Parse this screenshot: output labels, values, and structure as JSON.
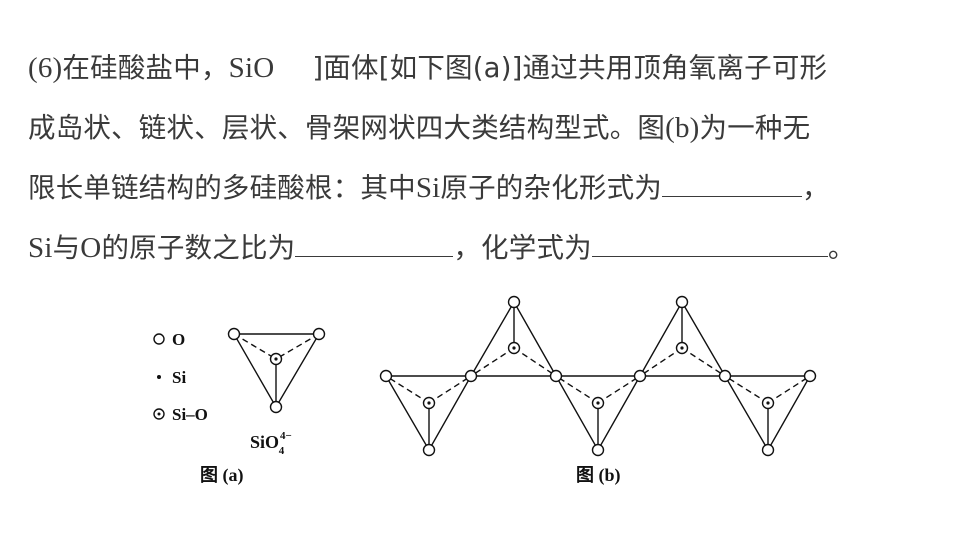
{
  "question": {
    "line1": {
      "prefix": "(6)",
      "text_a": "在硅酸盐中，",
      "sio": "SiO",
      "text_b": "]面体[如下图(a)]通过共用顶角氧离子可形"
    },
    "line2": {
      "text_a": "成岛状、链状、层状、骨架网状四大类结构型式。图",
      "b_ref": "(b)",
      "text_b": "为一种无"
    },
    "line3": {
      "text_a": "限长单链结构的多硅酸根：其中",
      "si": "Si",
      "text_b": "原子的杂化形式为",
      "text_c": "，"
    },
    "line4": {
      "si": "Si",
      "text_a": "与",
      "o": "O",
      "text_b": "的原子数之比为",
      "text_c": "，化学式为",
      "text_d": "。"
    }
  },
  "figure_a": {
    "legend": {
      "o_label": "O",
      "si_label": "Si",
      "sio_label": "Si–O"
    },
    "formula_base": "SiO",
    "formula_sup": "4−",
    "formula_sub": "4",
    "caption": "图 (a)"
  },
  "figure_b": {
    "caption": "图 (b)"
  }
}
